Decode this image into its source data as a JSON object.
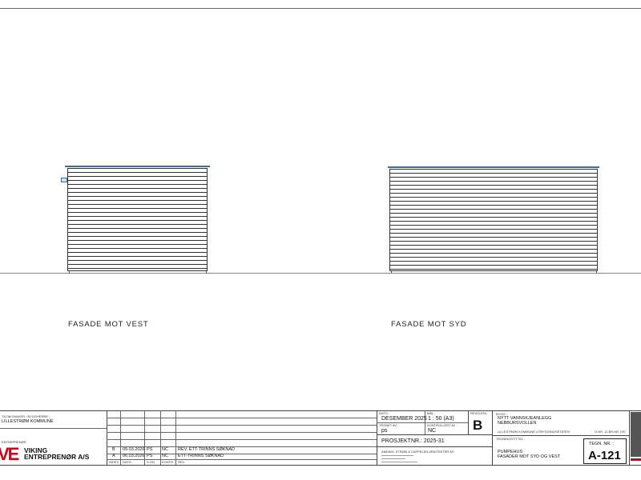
{
  "drawing": {
    "views": [
      {
        "caption": "FASADE MOT VEST"
      },
      {
        "caption": "FASADE MOT SYD"
      }
    ]
  },
  "title_block": {
    "client_label": "TILTAKSHAVER / BYGGHERRE :",
    "client": "LILLESTRØM KOMMUNE",
    "contractor_label": "ENTREPRENØR",
    "contractor_logo": {
      "mark": "VE",
      "line1": "VIKING",
      "line2": "ENTREPRENØR A/S"
    },
    "revisions": [
      {
        "index": "B",
        "date": "09.03.2026",
        "drawn": "PS",
        "checked": "NC",
        "text": "REV. ETT-TRINNS SØKNAD"
      },
      {
        "index": "A",
        "date": "06.03.2026",
        "drawn": "PS",
        "checked": "NC",
        "text": "ETT-TRINNS SØKNAD"
      }
    ],
    "revision_headers": {
      "index": "INDEX",
      "date": "DATO",
      "drawn": "S.GN.",
      "checked": "KONTR.",
      "text": "REV."
    },
    "date_label": "DATO :",
    "date": "DESEMBER 2025",
    "scale_label": "MÅL :",
    "scale": "1 : 50 (A3)",
    "revision_label": "REVISJON :",
    "revision": "B",
    "drawn_label": "TEGNET AV :",
    "drawn_by": "ps",
    "checked_label": "KONTROLLERT AV :",
    "checked_by": "NC",
    "project_no": "PROSJEKTNR.: 2025-31",
    "architect": "AMDAHL STRØM & CAPPELEN ARKITEKTER AS",
    "project_label": "BYGG :",
    "project_line1": "NYTT VANNSKJEANLEGG",
    "project_line2": "NEBBURSVOLLEN",
    "location": "LILLESTRØM KOMMUNE UTBYGGINGSETATEN",
    "gnr_bnr": "G.NR. 11 BR.NR. (IX)",
    "title_label": "TEGNINGSTITTEL :",
    "title_line1": "PUMPEHUS",
    "title_line2": "FASADER MOT SYD OG VEST",
    "drawing_no_label": "TEGN. NR. :",
    "drawing_no": "A-121"
  }
}
